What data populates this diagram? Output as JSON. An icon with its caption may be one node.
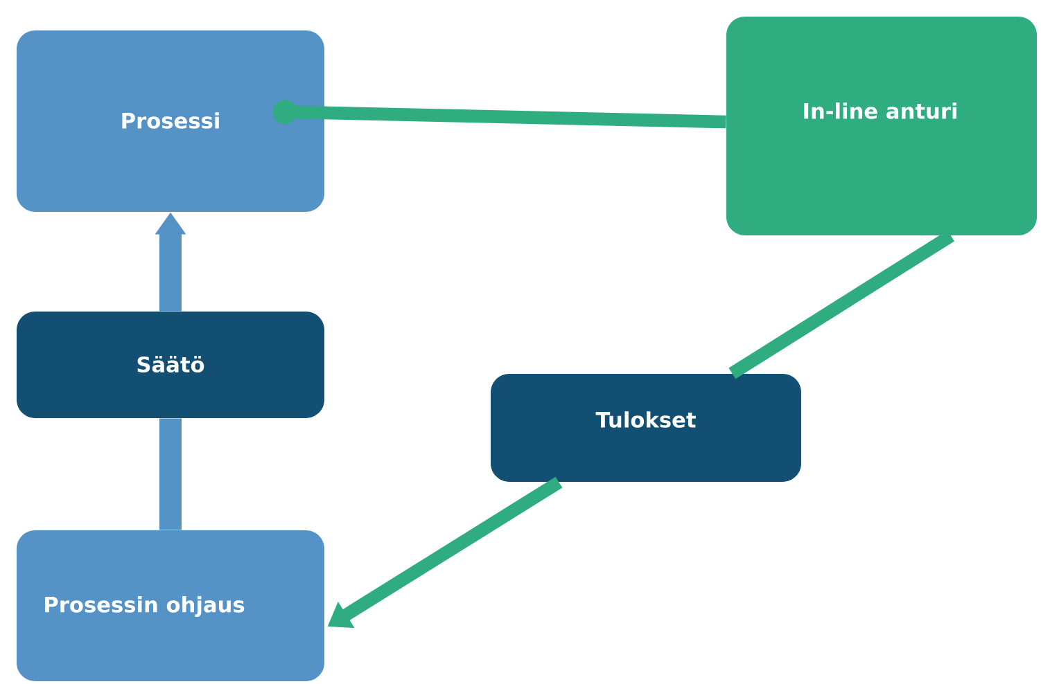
{
  "diagram": {
    "nodes": [
      {
        "text": [
          "Prosessi"
        ]
      },
      {
        "text": [
          "In-line anturi"
        ]
      },
      {
        "text": [
          "Säätö"
        ]
      },
      {
        "text": [
          "Tulokset"
        ]
      },
      {
        "text": [
          "Prosessin ohjaus"
        ]
      }
    ],
    "edges": [
      {
        "from": 1,
        "to": 0,
        "arrow": "other"
      },
      {
        "from": 4,
        "to": 2,
        "arrow": "none",
        "color": "#5593c6"
      },
      {
        "from": 2,
        "to": 0,
        "arrow": "to",
        "color": "#5593c6"
      },
      {
        "from": 1,
        "to": 3,
        "arrow": "none"
      },
      {
        "from": 3,
        "to": 4,
        "arrow": "to"
      }
    ]
  }
}
